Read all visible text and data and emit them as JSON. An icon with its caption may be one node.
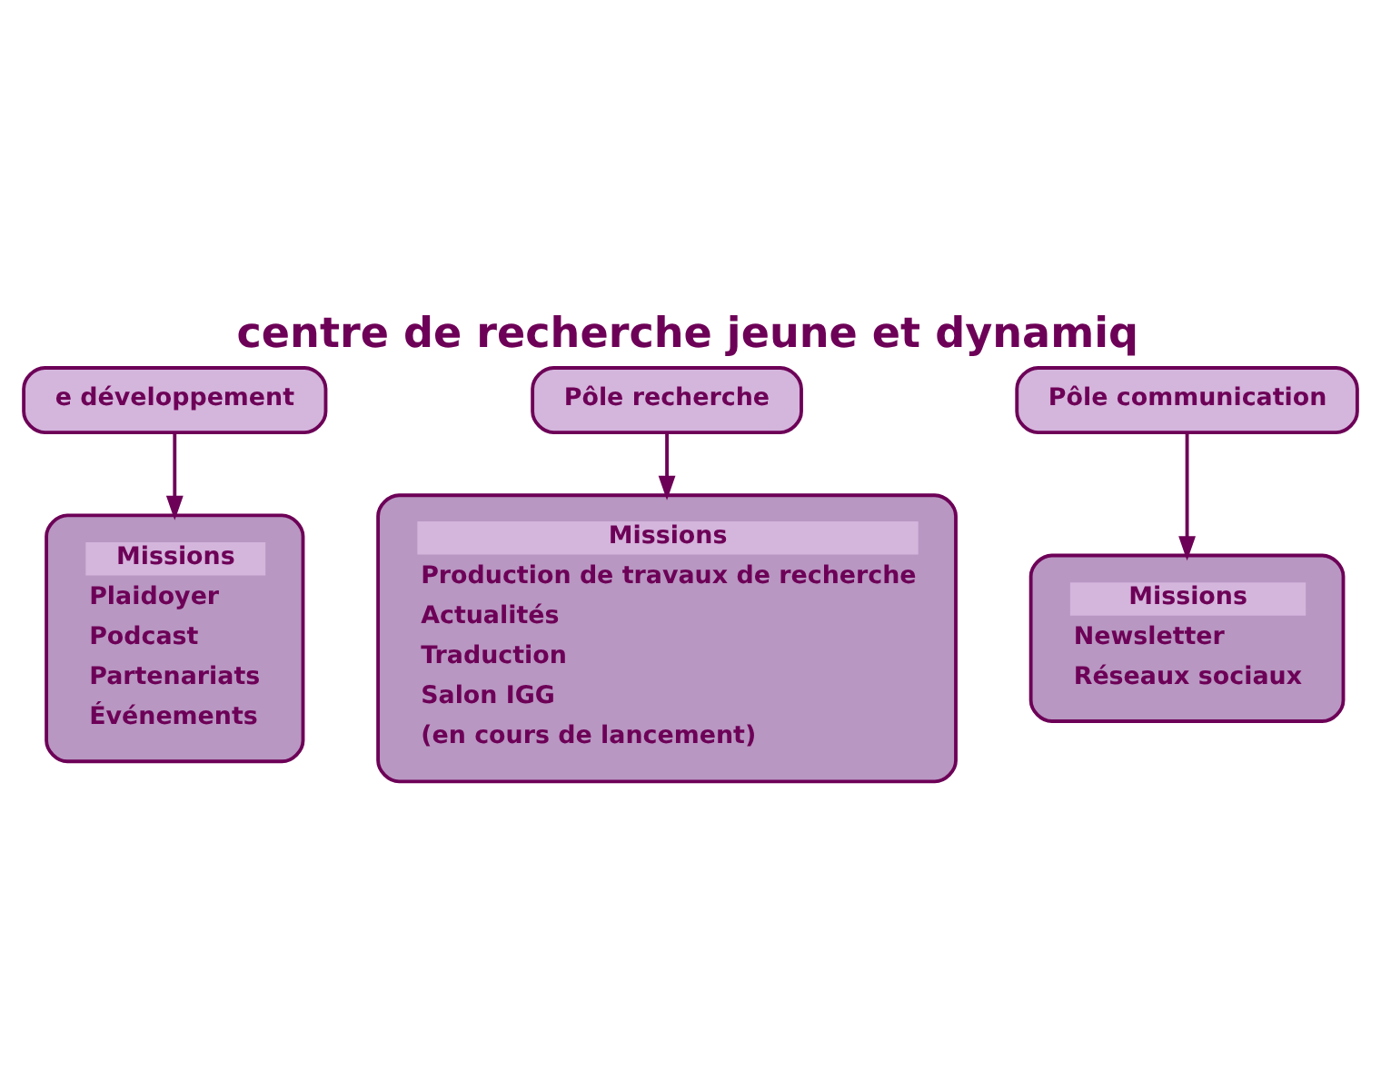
{
  "diagram": {
    "title": "centre de recherche jeune et dynamiq",
    "nodes": [
      {
        "text": [
          "e développement"
        ]
      },
      {
        "text": [
          "Missions",
          "Plaidoyer",
          "Podcast",
          "Partenariats",
          "Événements"
        ]
      },
      {
        "text": [
          "Pôle recherche"
        ]
      },
      {
        "text": [
          "Missions",
          "Production de travaux de recherche",
          "Actualités",
          "Traduction",
          "Salon IGG",
          "(en cours de lancement)"
        ]
      },
      {
        "text": [
          "Pôle communication"
        ]
      },
      {
        "text": [
          "Missions",
          "Newsletter",
          "Réseaux sociaux"
        ]
      }
    ],
    "edges": [
      {
        "from": 0,
        "to": 1,
        "arrow": "to"
      },
      {
        "from": 2,
        "to": 3,
        "arrow": "to"
      },
      {
        "from": 4,
        "to": 5,
        "arrow": "to"
      }
    ]
  }
}
